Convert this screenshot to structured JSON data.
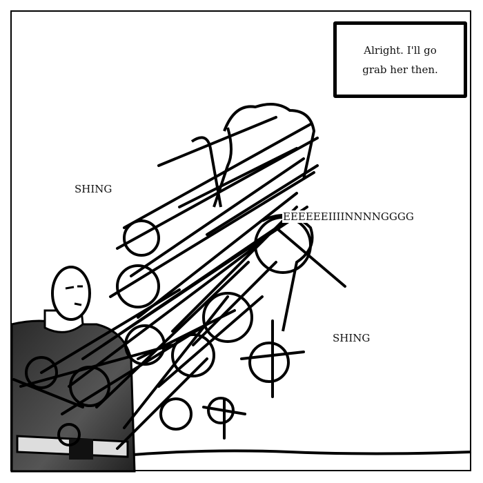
{
  "caption": {
    "line1": "Alright. I'll go",
    "line2": "grab her then."
  },
  "sfx": {
    "shing_left": "SHING",
    "shing_right": "SHING",
    "eeeing": "EEEEEEIIIINNNNGGGG"
  },
  "colors": {
    "ink": "#000000",
    "suit": "#3a3a3a",
    "skin": "#ffffff"
  }
}
